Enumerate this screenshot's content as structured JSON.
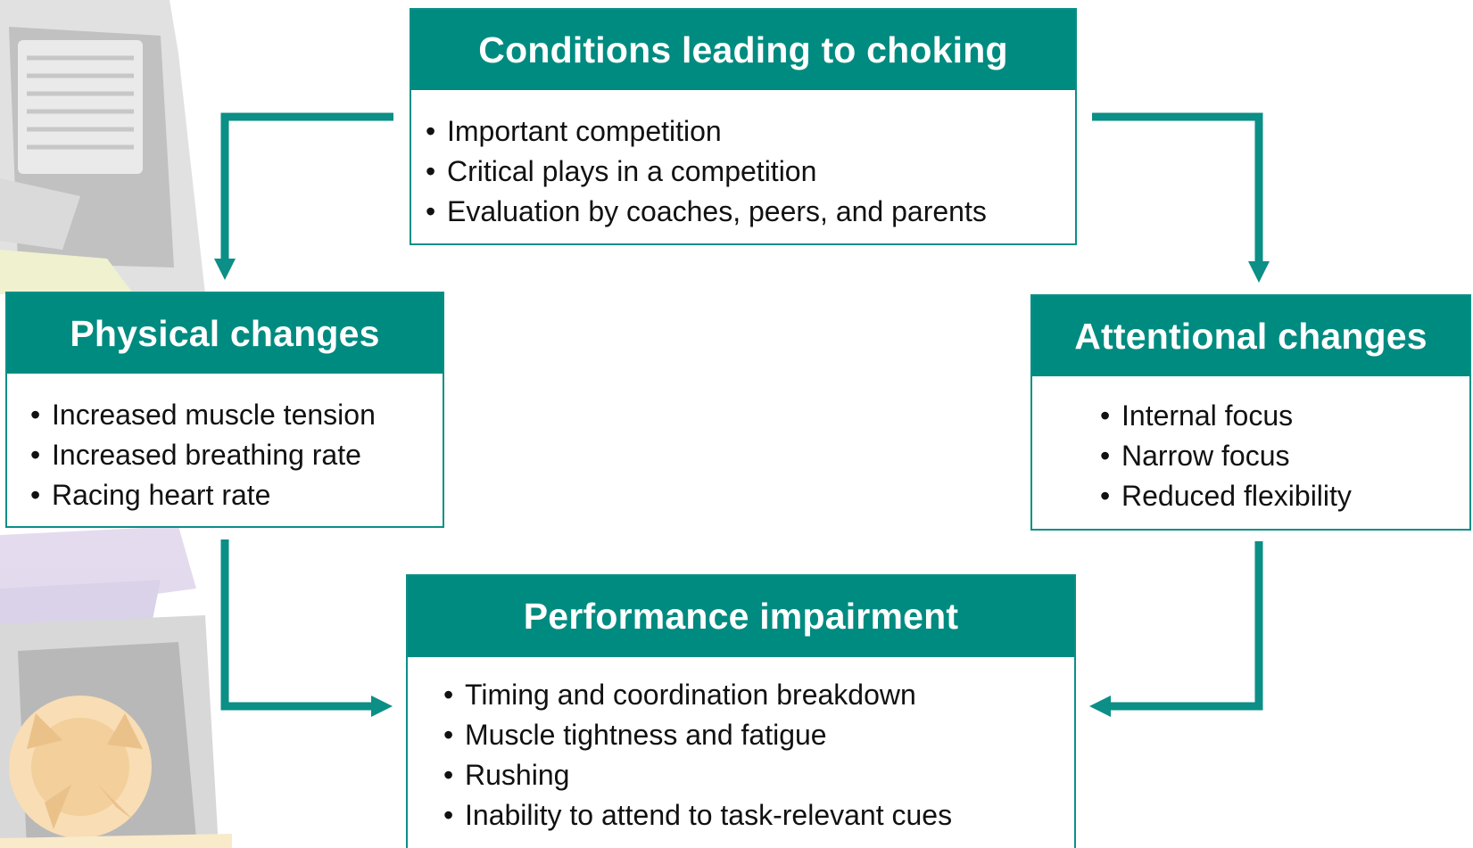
{
  "colors": {
    "teal_header": "#008b80",
    "teal_border": "#0b8f86",
    "text": "#111111"
  },
  "conditions": {
    "title": "Conditions leading to choking",
    "items": [
      "Important competition",
      "Critical plays in a competition",
      "Evaluation by coaches, peers, and parents"
    ]
  },
  "physical": {
    "title": "Physical changes",
    "items": [
      "Increased muscle tension",
      "Increased breathing rate",
      "Racing heart rate"
    ]
  },
  "attentional": {
    "title": "Attentional changes",
    "items": [
      "Internal focus",
      "Narrow focus",
      "Reduced flexibility"
    ]
  },
  "performance": {
    "title": "Performance impairment",
    "items": [
      "Timing and coordination breakdown",
      "Muscle tightness and fatigue",
      "Rushing",
      "Inability to attend to task-relevant cues"
    ]
  }
}
